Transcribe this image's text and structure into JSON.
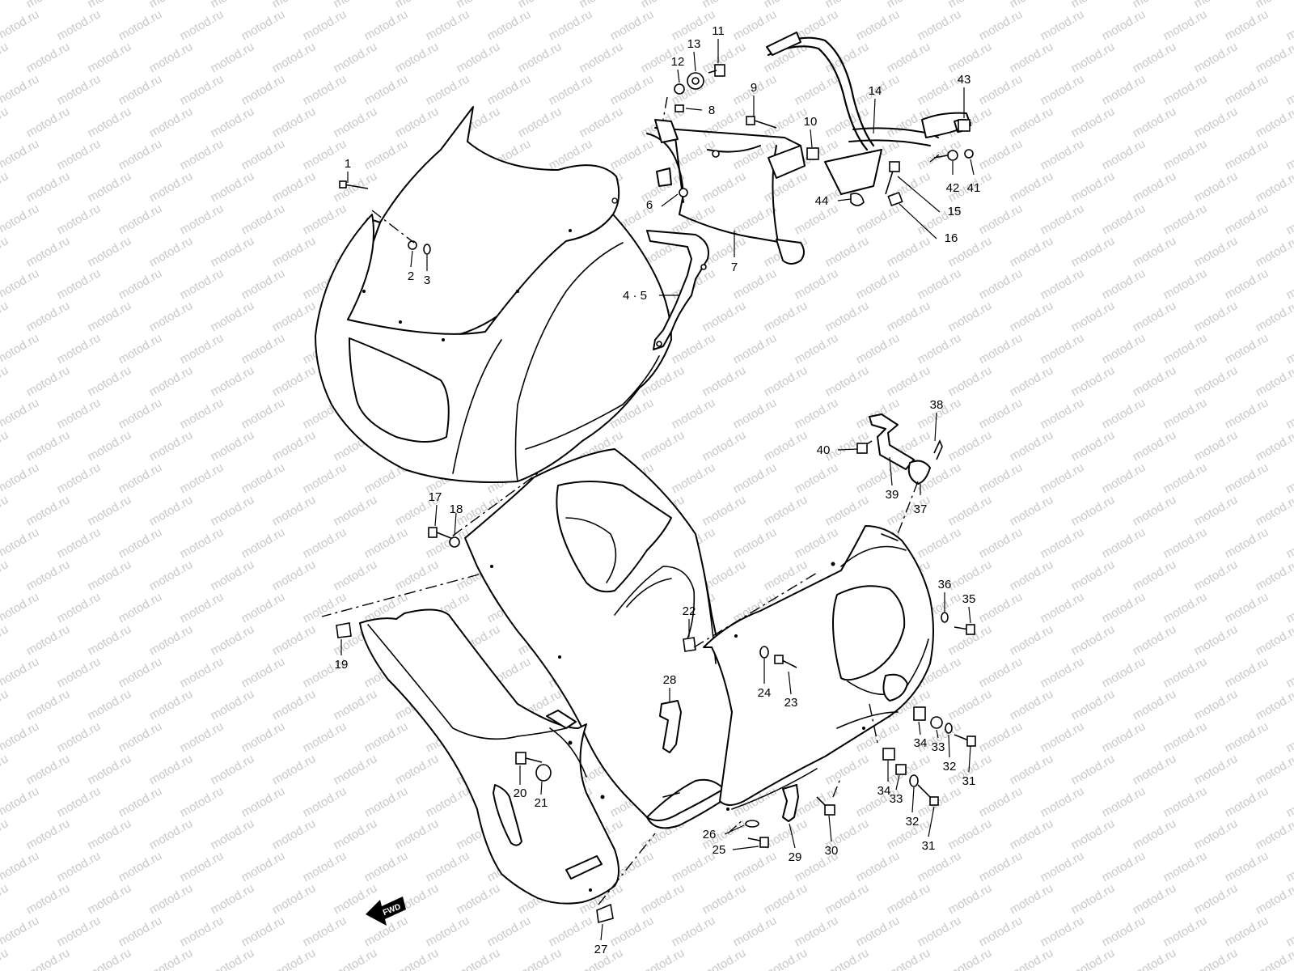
{
  "watermark": "motod.ru",
  "fwd_label": "FWD",
  "callouts": [
    {
      "id": "c1",
      "text": "1"
    },
    {
      "id": "c2",
      "text": "2"
    },
    {
      "id": "c3",
      "text": "3"
    },
    {
      "id": "c45",
      "text": "4 · 5"
    },
    {
      "id": "c6",
      "text": "6"
    },
    {
      "id": "c7",
      "text": "7"
    },
    {
      "id": "c8",
      "text": "8"
    },
    {
      "id": "c9",
      "text": "9"
    },
    {
      "id": "c10",
      "text": "10"
    },
    {
      "id": "c11",
      "text": "11"
    },
    {
      "id": "c12",
      "text": "12"
    },
    {
      "id": "c13",
      "text": "13"
    },
    {
      "id": "c14",
      "text": "14"
    },
    {
      "id": "c15",
      "text": "15"
    },
    {
      "id": "c16",
      "text": "16"
    },
    {
      "id": "c17",
      "text": "17"
    },
    {
      "id": "c18",
      "text": "18"
    },
    {
      "id": "c19",
      "text": "19"
    },
    {
      "id": "c20",
      "text": "20"
    },
    {
      "id": "c21",
      "text": "21"
    },
    {
      "id": "c22",
      "text": "22"
    },
    {
      "id": "c23",
      "text": "23"
    },
    {
      "id": "c24",
      "text": "24"
    },
    {
      "id": "c25",
      "text": "25"
    },
    {
      "id": "c26",
      "text": "26"
    },
    {
      "id": "c27",
      "text": "27"
    },
    {
      "id": "c28",
      "text": "28"
    },
    {
      "id": "c29",
      "text": "29"
    },
    {
      "id": "c30",
      "text": "30"
    },
    {
      "id": "c31a",
      "text": "31"
    },
    {
      "id": "c31b",
      "text": "31"
    },
    {
      "id": "c32a",
      "text": "32"
    },
    {
      "id": "c32b",
      "text": "32"
    },
    {
      "id": "c33a",
      "text": "33"
    },
    {
      "id": "c33b",
      "text": "33"
    },
    {
      "id": "c34a",
      "text": "34"
    },
    {
      "id": "c34b",
      "text": "34"
    },
    {
      "id": "c35",
      "text": "35"
    },
    {
      "id": "c36",
      "text": "36"
    },
    {
      "id": "c37",
      "text": "37"
    },
    {
      "id": "c38",
      "text": "38"
    },
    {
      "id": "c39",
      "text": "39"
    },
    {
      "id": "c40",
      "text": "40"
    },
    {
      "id": "c41",
      "text": "41"
    },
    {
      "id": "c42",
      "text": "42"
    },
    {
      "id": "c43",
      "text": "43"
    },
    {
      "id": "c44",
      "text": "44"
    }
  ]
}
